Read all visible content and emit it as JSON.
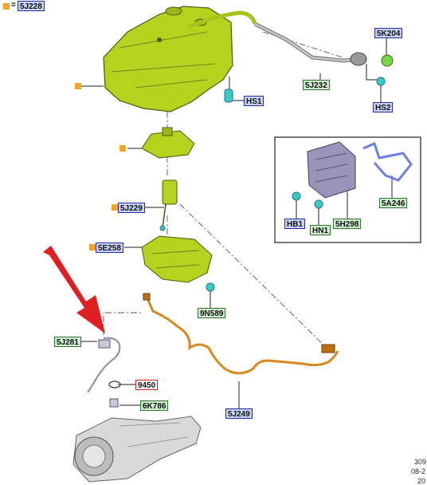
{
  "legend": {
    "equals": "=",
    "swatch_color": "#f2a623"
  },
  "callouts": {
    "c5J228": "5J228",
    "c5K204": "5K204",
    "cHS1": "HS1",
    "c5J232": "5J232",
    "cHS2": "HS2",
    "c5J229": "5J229",
    "c5E258": "5E258",
    "c9N589": "9N589",
    "cHB1": "HB1",
    "cHN1": "HN1",
    "c5H298": "5H298",
    "c5A246": "5A246",
    "c5J281": "5J281",
    "c9450": "9450",
    "c6K786": "6K786",
    "c5J249": "5J249"
  },
  "footer": {
    "line1": "309",
    "line2": "08-2",
    "line3": "20"
  },
  "colors": {
    "tank_green": "#b5d21e",
    "hose_orange": "#d9891c",
    "fitting_cyan": "#3cc9c9",
    "arrow_red": "#e02020",
    "bracket_blue": "#6b7fe6"
  }
}
